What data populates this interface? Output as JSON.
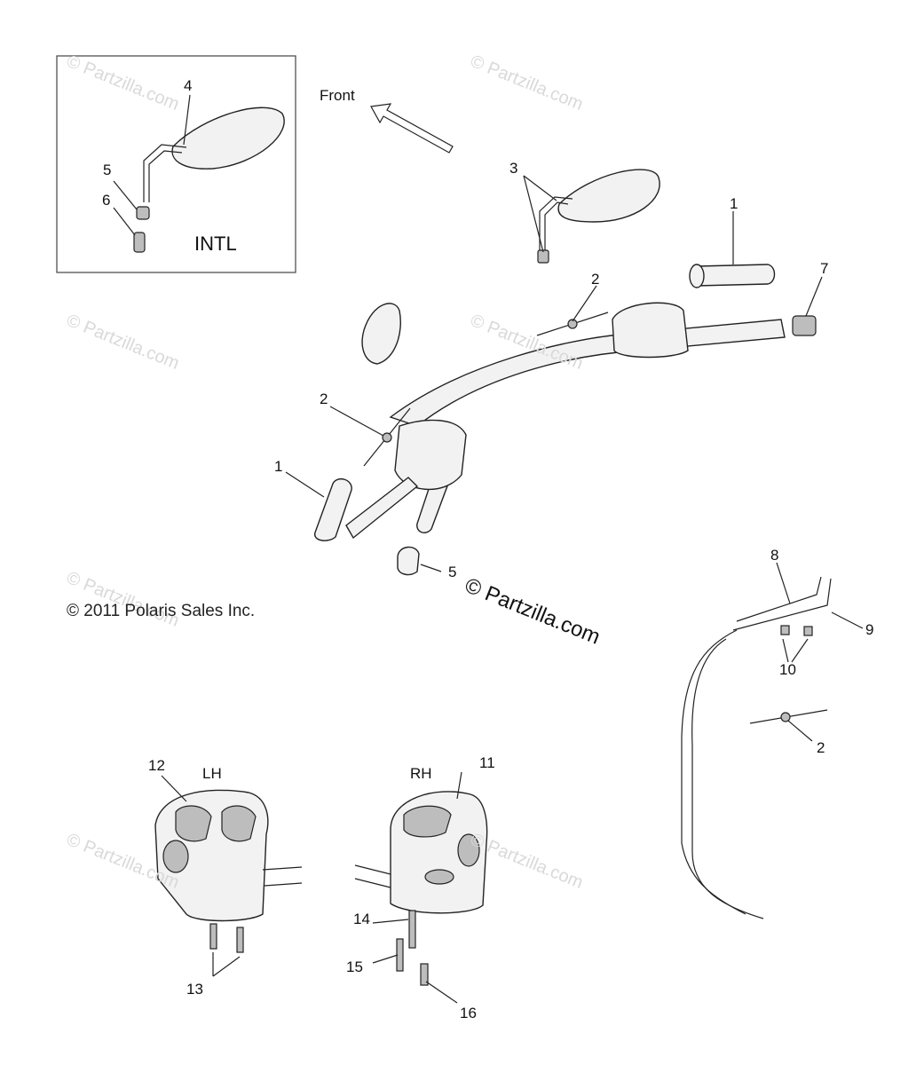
{
  "inset": {
    "label": "INTL",
    "callouts": [
      "4",
      "5",
      "6"
    ]
  },
  "direction": {
    "label": "Front"
  },
  "copyright": "© 2011 Polaris Sales Inc.",
  "brand": "© Partzilla.com",
  "watermark_text": "© Partzilla.com",
  "callouts": {
    "c3": "3",
    "c1_right": "1",
    "c7": "7",
    "c2_top": "2",
    "c2_left": "2",
    "c1_left": "1",
    "c5_main": "5",
    "c8": "8",
    "c9": "9",
    "c10": "10",
    "c2_cable": "2",
    "c12": "12",
    "c11": "11",
    "c13": "13",
    "c14": "14",
    "c15": "15",
    "c16": "16"
  },
  "housings": {
    "left_label": "LH",
    "right_label": "RH"
  }
}
